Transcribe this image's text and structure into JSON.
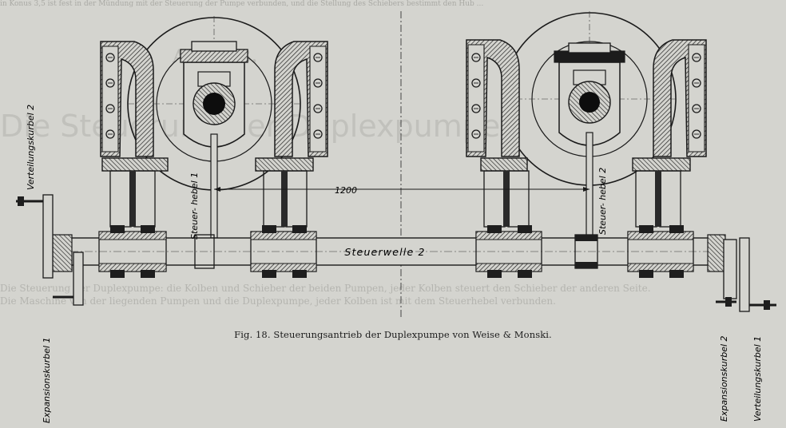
{
  "figure": {
    "caption": "Fig. 18.  Steuerungsantrieb der Duplexpumpe von Weise & Monski."
  },
  "labels": {
    "shaft": "Steuerwelle 2",
    "dimension": "1200",
    "lever_left": "Steuer- hebel 1",
    "lever_right": "Steuer- hebel 2",
    "crank_dist_left": "Verteilungskurbel 2",
    "crank_exp_left": "Expansionskurbel 1",
    "crank_exp_right": "Expansionskurbel 2",
    "crank_dist_right": "Verteilungskurbel 1"
  },
  "bleed_through": {
    "top_line": "in Konus 3,5 ist fest in der Mündung mit der Steuerung der Pumpe verbunden, und die Stellung des Schiebers bestimmt den Hub ...",
    "author": "Amrz, B.",
    "title": "Die Steuerung der Duplexpumpen",
    "para1": "Die Steuerung der Duplexpumpe: die Kolben und Schieber der beiden Pumpen, jeder Kolben steuert den Schieber der anderen Seite.",
    "para2": "Die Maschine von der liegenden Pumpen und die Duplexpumpe, jeder Kolben ist mit dem Steuerhebel verbunden."
  },
  "colors": {
    "paper": "#d4d4cf",
    "ink": "#1a1a1a",
    "hatch": "#2a2a2a"
  }
}
